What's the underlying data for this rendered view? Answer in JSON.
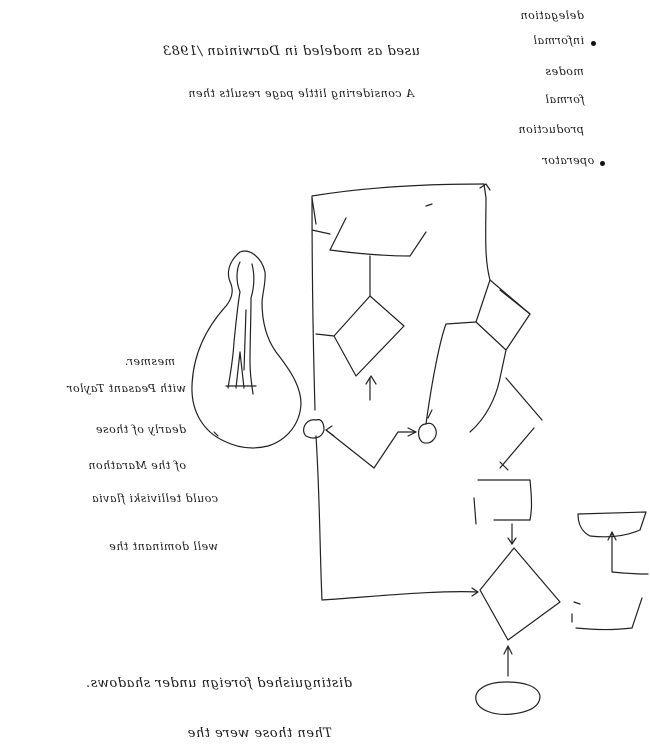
{
  "notes_top_right": [
    "delegation",
    "informal",
    "modes",
    "formal",
    "production",
    "operator"
  ],
  "note_top_line_1": "used as modeled in Darwinian /1983",
  "note_top_line_2": "A considering little page results then",
  "note_left_block": [
    "mesmer.",
    "with Peasant Taylor",
    "dearly of those",
    "of the Marathon",
    "could telliviski flavia",
    "well dominant the"
  ],
  "note_bottom_line_1": "distinguished foreign under shadows.",
  "note_bottom_line_2": "Then those were the"
}
